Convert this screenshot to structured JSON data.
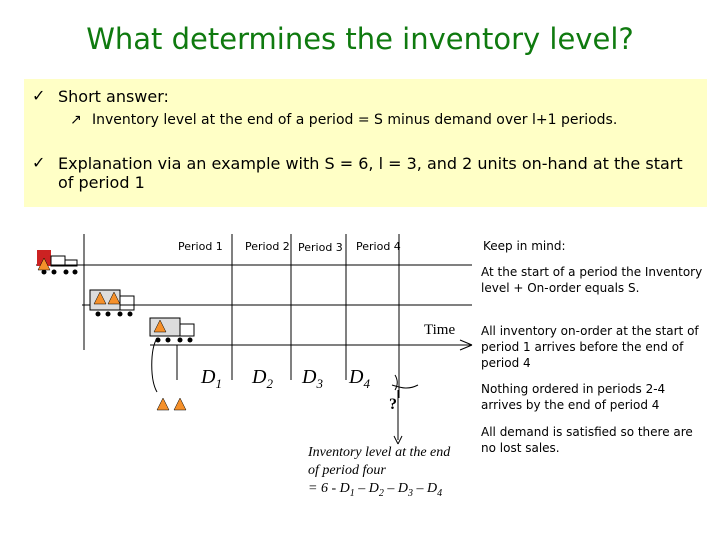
{
  "title": "What determines the inventory level?",
  "bullets": {
    "short_answer": "Short answer:",
    "sub_answer": "Inventory level at the end of a period = S minus demand over l+1 periods.",
    "explanation_line1": "Explanation via an example with S = 6,  l = 3, and 2 units on-hand at the start",
    "explanation_line2": "of period 1"
  },
  "periods": [
    "Period 1",
    "Period 2",
    "Period 3",
    "Period 4"
  ],
  "demands": [
    {
      "base": "D",
      "sub": "1"
    },
    {
      "base": "D",
      "sub": "2"
    },
    {
      "base": "D",
      "sub": "3"
    },
    {
      "base": "D",
      "sub": "4"
    }
  ],
  "time_label": "Time",
  "question_mark": "?",
  "inventory_note": {
    "line1": "Inventory level at the end",
    "line2": "of period four",
    "line3_prefix": "= 6 - D",
    "line3_terms": [
      "1",
      "2",
      "3",
      "4"
    ]
  },
  "keep_in_mind": {
    "heading": "Keep in mind:",
    "point1": "At the start of a period the Inventory level + On-order equals S.",
    "point2": "All inventory on-order at the start of period 1 arrives before the end of period 4",
    "point3": "Nothing ordered in periods 2-4 arrives by the end of period 4",
    "point4": "All demand is satisfied so there are no lost sales."
  },
  "colors": {
    "title": "#0f7a0f",
    "note_bg": "#ffffc6",
    "triangle": "#f5902a",
    "truck_box": "#cc2222"
  },
  "icons": [
    "checkmark-icon",
    "arrow-bullet-icon",
    "truck-icon",
    "inventory-triangle-icon"
  ]
}
